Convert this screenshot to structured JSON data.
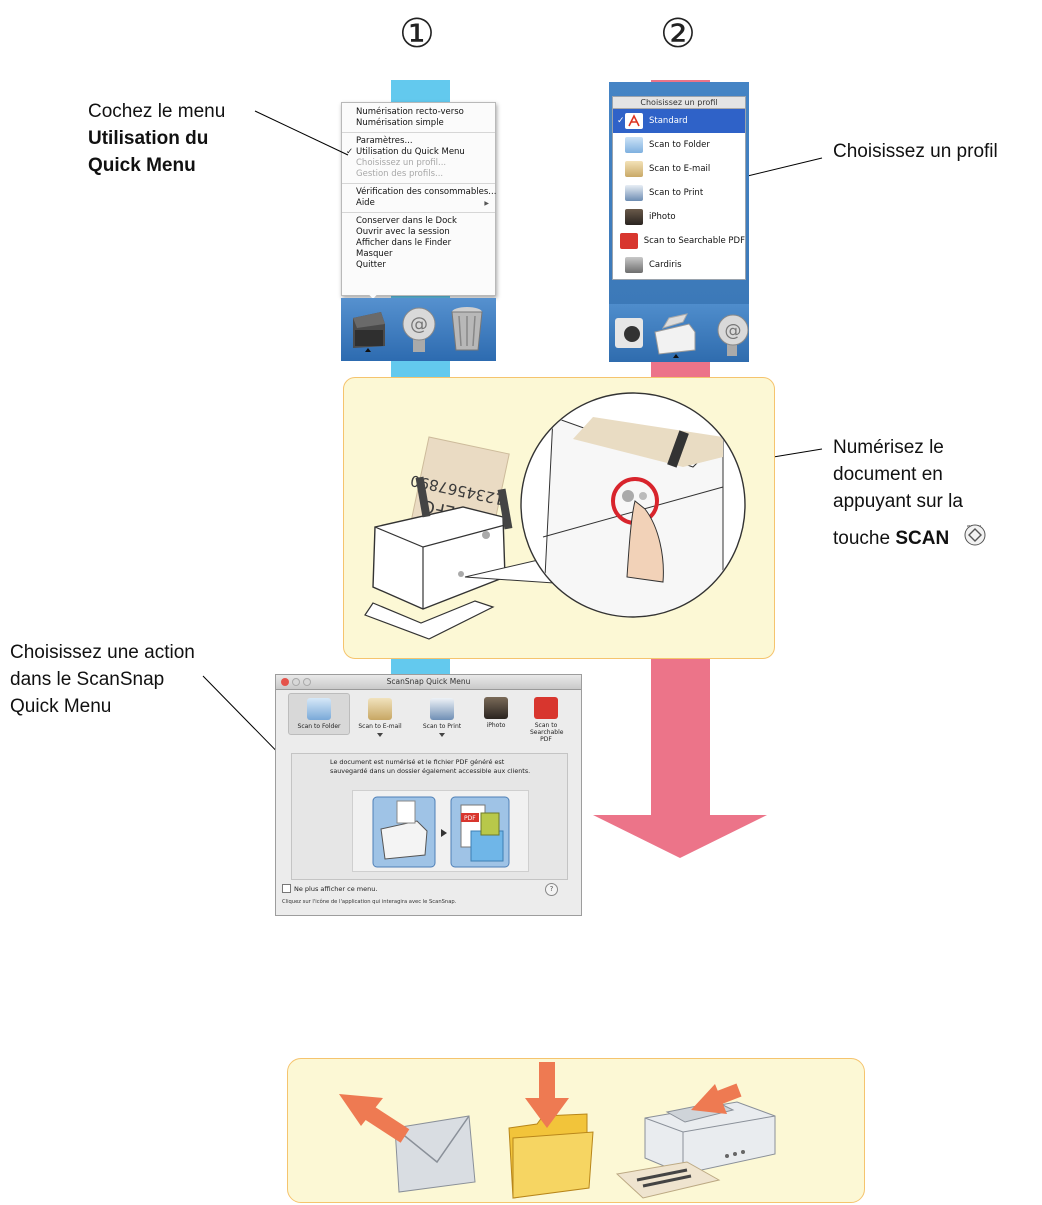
{
  "steps": {
    "one": "①",
    "two": "②"
  },
  "callouts": {
    "quick_menu_line1": "Cochez le menu",
    "quick_menu_bold_line2": "Utilisation du",
    "quick_menu_bold_line3": "Quick Menu",
    "choose_profile": "Choisissez un profil",
    "scan_line1": "Numérisez le",
    "scan_line2": "document en",
    "scan_line3": "appuyant sur la",
    "scan_line4_prefix": "touche ",
    "scan_line4_bold": "SCAN",
    "scan_key_label": "SCAN",
    "action_line1": "Choisissez une action",
    "action_line2": "dans le ScanSnap",
    "action_line3": "Quick Menu"
  },
  "context_menu": {
    "items": [
      "Numérisation recto-verso",
      "Numérisation simple",
      "Paramètres...",
      "Utilisation du Quick Menu",
      "Choisissez un profil...",
      "Gestion des profils...",
      "Vérification des consommables...",
      "Aide",
      "Conserver dans le Dock",
      "Ouvrir avec la session",
      "Afficher dans le Finder",
      "Masquer",
      "Quitter"
    ],
    "check_mark": "✓",
    "submenu_arrow": "▶"
  },
  "profile_menu": {
    "header": "Choisissez un profil",
    "check_mark": "✓",
    "items": [
      "Standard",
      "Scan to Folder",
      "Scan to E-mail",
      "Scan to Print",
      "iPhoto",
      "Scan to Searchable PDF",
      "Cardiris"
    ]
  },
  "scanner": {
    "paper_text_line1": "1234567890",
    "paper_text_line2": "ABCDEFG"
  },
  "quick_menu": {
    "title": "ScanSnap Quick Menu",
    "buttons": [
      "Scan to Folder",
      "Scan to E-mail",
      "Scan to Print",
      "iPhoto",
      "Scan to Searchable PDF"
    ],
    "description_line1": "Le document est numérisé et le fichier PDF généré est",
    "description_line2": "sauvegardé dans un dossier également accessible aux clients.",
    "pdf_label": "PDF",
    "checkbox_label": "Ne plus afficher ce menu.",
    "footer": "Cliquez sur l'icône de l'application qui interagira avec le ScanSnap.",
    "help": "?"
  },
  "colors": {
    "blue_flow": "#63c9ee",
    "pink_flow": "#ec7489",
    "panel_fill": "#fcf8d5",
    "panel_border": "#f5c46e",
    "selection": "#2f62c8",
    "dock_blue": "#3f7fbf"
  }
}
